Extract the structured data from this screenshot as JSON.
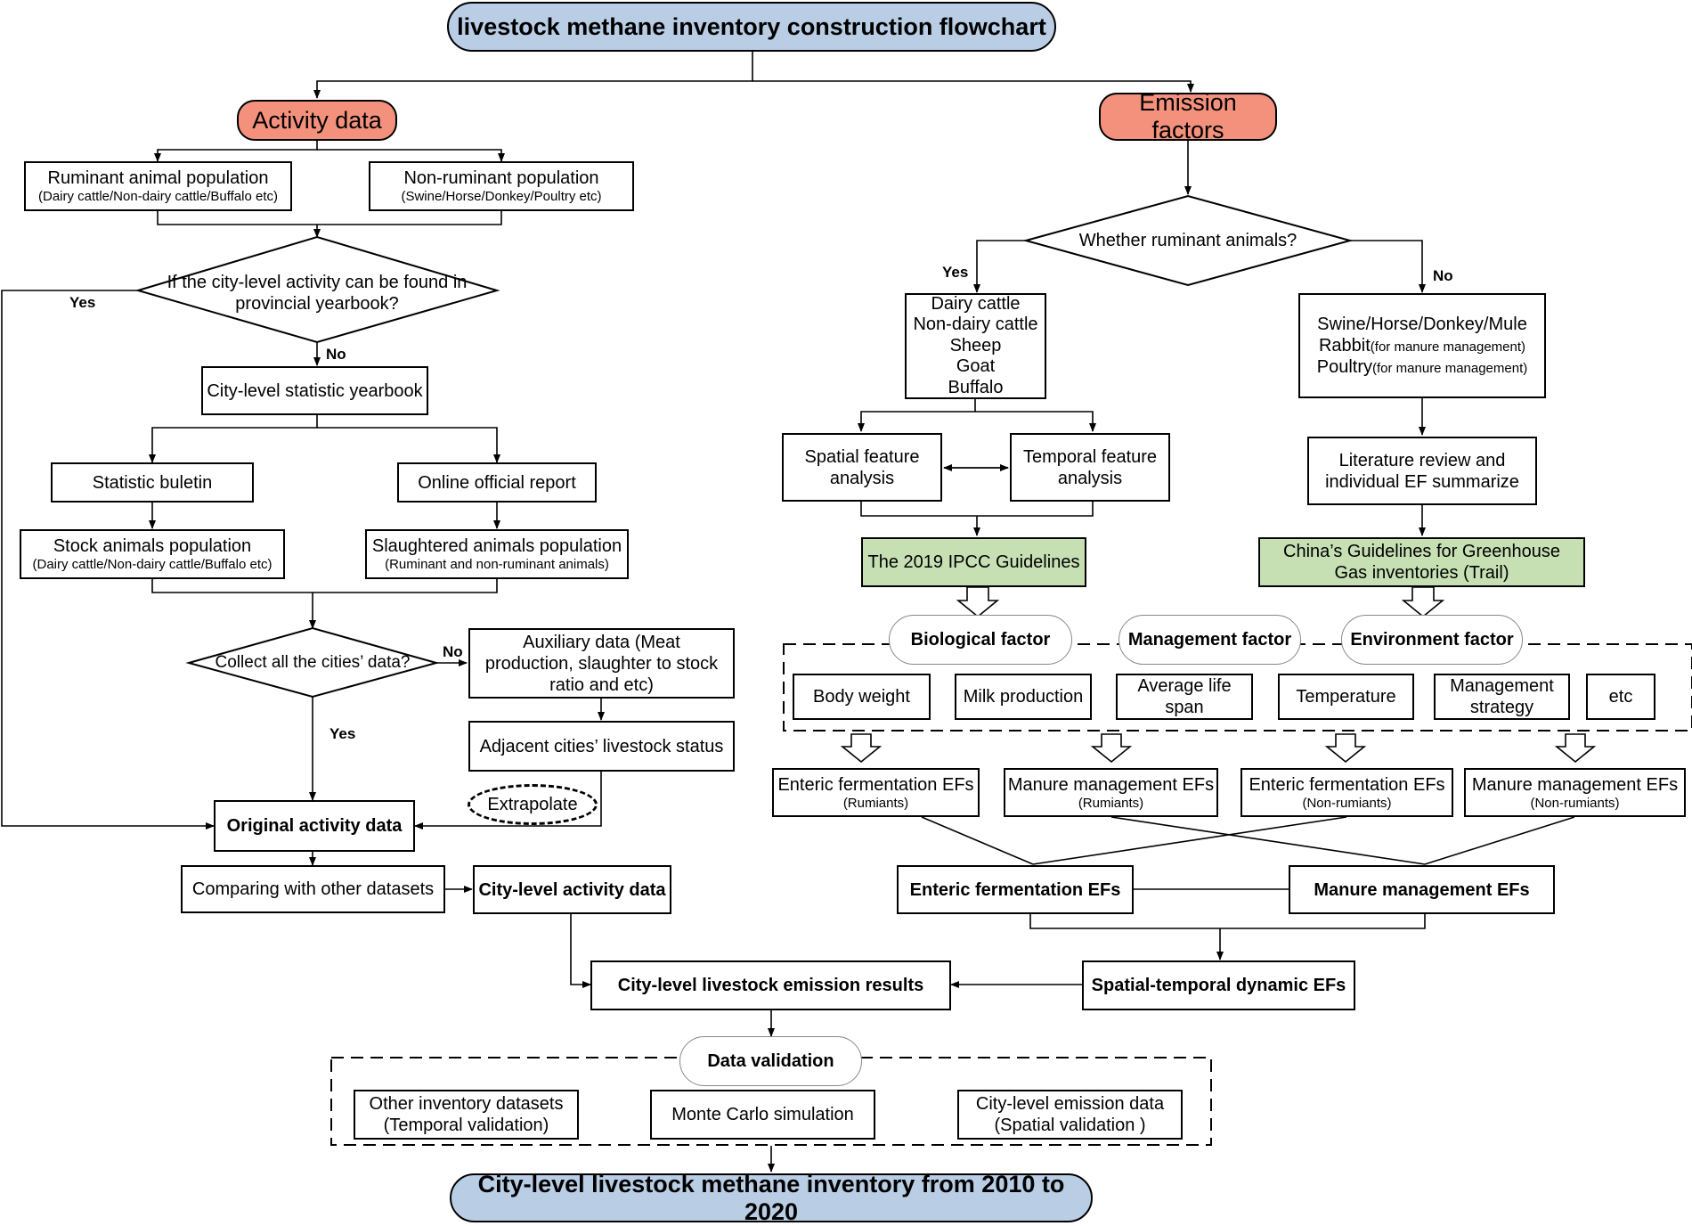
{
  "title": "livestock methane inventory construction flowchart",
  "left": {
    "activity_data": "Activity data",
    "ruminant": {
      "main": "Ruminant animal population",
      "sub": "(Dairy cattle/Non-dairy cattle/Buffalo etc)"
    },
    "nonruminant": {
      "main": "Non-ruminant population",
      "sub": "(Swine/Horse/Donkey/Poultry etc)"
    },
    "diamond1": "If the city-level activity can be found in provincial yearbook?",
    "yes": "Yes",
    "no": "No",
    "city_yearbook": "City-level statistic yearbook",
    "statistic_bulletin": "Statistic buletin",
    "online_report": "Online official report",
    "stock": {
      "main": "Stock animals population",
      "sub": "(Dairy cattle/Non-dairy cattle/Buffalo etc)"
    },
    "slaughtered": {
      "main": "Slaughtered animals population",
      "sub": "(Ruminant and non-ruminant animals)"
    },
    "diamond2": "Collect all the cities’ data?",
    "auxiliary": "Auxiliary data (Meat production, slaughter to stock ratio and etc)",
    "adjacent": "Adjacent cities’ livestock status",
    "extrapolate": "Extrapolate",
    "original": "Original activity data",
    "comparing": "Comparing with other datasets",
    "city_activity": "City-level activity data"
  },
  "right": {
    "emission_factors": "Emission factors",
    "diamond": "Whether ruminant animals?",
    "yes": "Yes",
    "no": "No",
    "ruminant_list": [
      "Dairy cattle",
      "Non-dairy cattle",
      "Sheep",
      "Goat",
      "Buffalo"
    ],
    "nonruminant_list": {
      "line1": "Swine/Horse/Donkey/Mule",
      "line2_main": "Rabbit",
      "line2_sub": "(for manure management)",
      "line3_main": "Poultry",
      "line3_sub": "(for manure management)"
    },
    "spatial": "Spatial feature analysis",
    "temporal": "Temporal feature analysis",
    "literature": "Literature review and individual EF summarize",
    "ipcc": "The 2019 IPCC Guidelines",
    "china": "China’s Guidelines for Greenhouse Gas inventories (Trail)",
    "biological": "Biological factor",
    "management_factor": "Management factor",
    "environment": "Environment factor",
    "factors": [
      "Body weight",
      "Milk production",
      "Average life span",
      "Temperature",
      "Management strategy",
      "etc"
    ],
    "efs": [
      {
        "main": "Enteric fermentation EFs",
        "sub": "(Rumiants)"
      },
      {
        "main": "Manure management EFs",
        "sub": "(Rumiants)"
      },
      {
        "main": "Enteric fermentation EFs",
        "sub": "(Non-rumiants)"
      },
      {
        "main": "Manure management EFs",
        "sub": "(Non-rumiants)"
      }
    ],
    "enteric_total": "Enteric fermentation EFs",
    "manure_total": "Manure management EFs",
    "dynamic": "Spatial-temporal dynamic EFs"
  },
  "bottom": {
    "results": "City-level livestock emission results",
    "validation": "Data validation",
    "other_inventory": {
      "main": "Other inventory datasets",
      "sub": "(Temporal validation)"
    },
    "monte_carlo": "Monte Carlo simulation",
    "city_emission": {
      "main": "City-level emission data",
      "sub": "(Spatial validation )"
    },
    "final": "City-level livestock methane inventory from 2010 to 2020"
  }
}
